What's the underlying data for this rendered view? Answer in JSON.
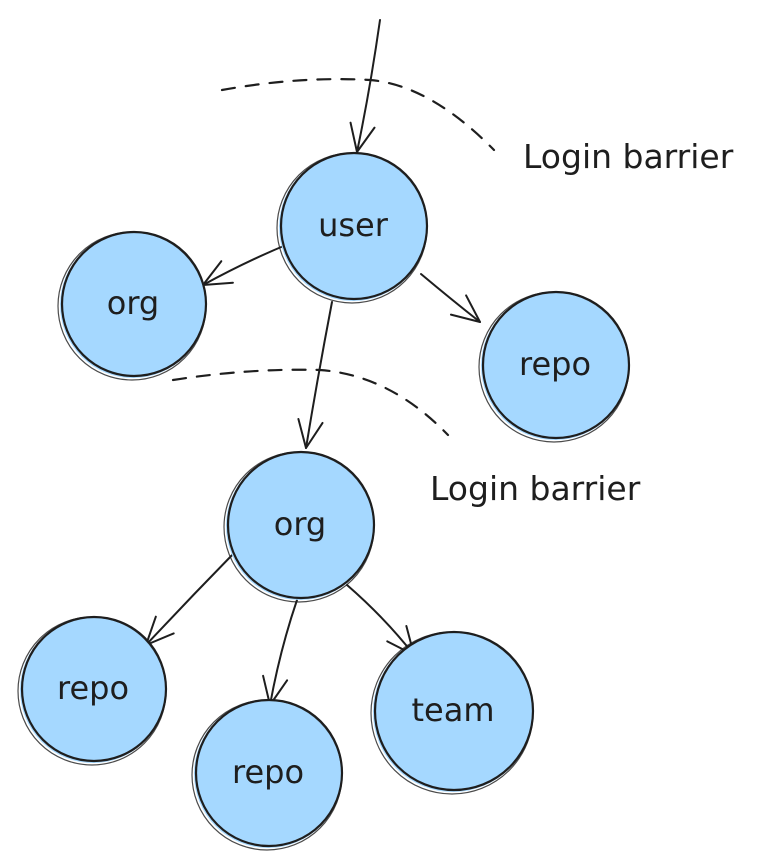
{
  "colors": {
    "node_fill": "#a5d8ff",
    "stroke": "#1e1e1e",
    "background": "#ffffff"
  },
  "nodes": [
    {
      "id": "user",
      "label": "user"
    },
    {
      "id": "org_top",
      "label": "org"
    },
    {
      "id": "repo_top",
      "label": "repo"
    },
    {
      "id": "org_mid",
      "label": "org"
    },
    {
      "id": "repo_left",
      "label": "repo"
    },
    {
      "id": "repo_bottom",
      "label": "repo"
    },
    {
      "id": "team",
      "label": "team"
    }
  ],
  "edges": [
    {
      "from": "entry",
      "to": "user"
    },
    {
      "from": "user",
      "to": "org_top"
    },
    {
      "from": "user",
      "to": "repo_top"
    },
    {
      "from": "user",
      "to": "org_mid"
    },
    {
      "from": "org_mid",
      "to": "repo_left"
    },
    {
      "from": "org_mid",
      "to": "repo_bottom"
    },
    {
      "from": "org_mid",
      "to": "team"
    }
  ],
  "barriers": [
    {
      "label": "Login barrier"
    },
    {
      "label": "Login barrier"
    }
  ]
}
